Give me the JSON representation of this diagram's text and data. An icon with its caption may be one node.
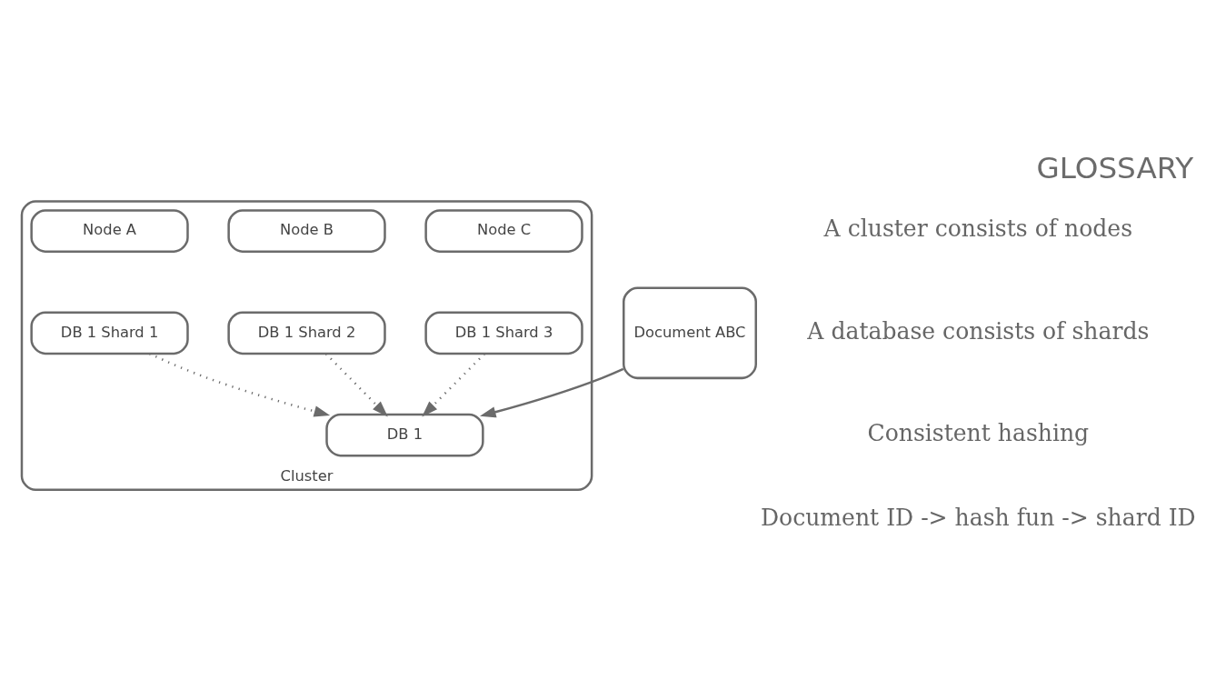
{
  "diagram": {
    "title": "GLOSSARY",
    "nodes": [
      {
        "text": [
          "Cluster"
        ]
      },
      {
        "text": [
          "Node A"
        ],
        "in": 0
      },
      {
        "text": [
          "DB 1 Shard 1"
        ],
        "in": 0
      },
      {
        "text": [
          "Node B"
        ],
        "in": 0
      },
      {
        "text": [
          "DB 1 Shard 2"
        ],
        "in": 0
      },
      {
        "text": [
          "DB 1"
        ],
        "in": 0
      },
      {
        "text": [
          "Node C"
        ],
        "in": 0
      },
      {
        "text": [
          "DB 1 Shard 3"
        ],
        "in": 0
      },
      {
        "text": [
          "Document ABC"
        ]
      }
    ],
    "edges": [
      {
        "from": 2,
        "to": 5,
        "arrow": "to",
        "style": "dashed"
      },
      {
        "from": 4,
        "to": 5,
        "arrow": "to",
        "style": "dashed"
      },
      {
        "from": 7,
        "to": 5,
        "arrow": "to",
        "style": "dashed"
      },
      {
        "from": 8,
        "to": 5,
        "arrow": "to"
      }
    ],
    "labels": [
      "A cluster consists of nodes",
      "A database consists of shards",
      "Consistent hashing",
      "Document ID -> hash fun -> shard ID"
    ]
  }
}
